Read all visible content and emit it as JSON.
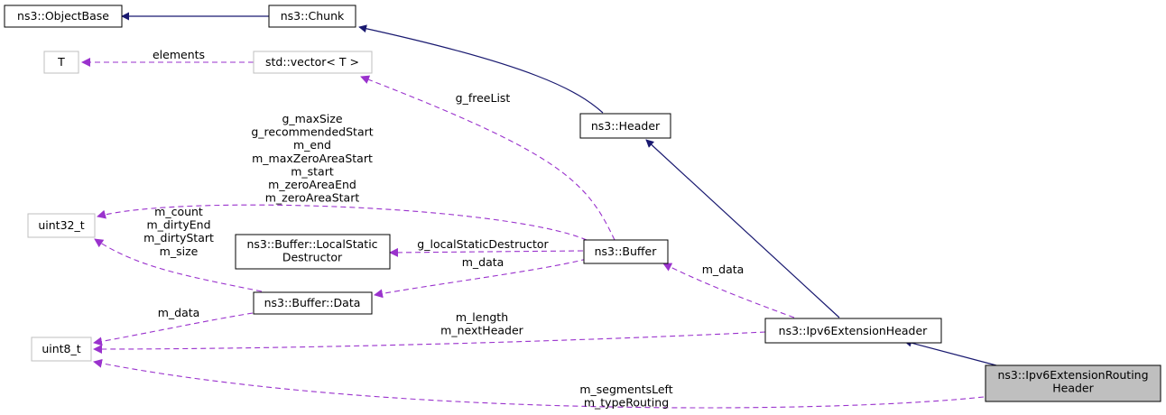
{
  "colors": {
    "inherit_edge": "#191970",
    "member_edge": "#9a32cd",
    "node_border": "#000000",
    "external_border": "#bfbfbf",
    "highlight_fill": "#bfbfbf",
    "node_fill": "#ffffff"
  },
  "nodes": {
    "objectbase": {
      "lines": [
        "ns3::ObjectBase"
      ]
    },
    "chunk": {
      "lines": [
        "ns3::Chunk"
      ]
    },
    "t": {
      "lines": [
        "T"
      ]
    },
    "vector": {
      "lines": [
        "std::vector< T >"
      ]
    },
    "header": {
      "lines": [
        "ns3::Header"
      ]
    },
    "uint32": {
      "lines": [
        "uint32_t"
      ]
    },
    "localstatic": {
      "lines": [
        "ns3::Buffer::LocalStatic",
        "Destructor"
      ]
    },
    "buffer": {
      "lines": [
        "ns3::Buffer"
      ]
    },
    "bufferdata": {
      "lines": [
        "ns3::Buffer::Data"
      ]
    },
    "uint8": {
      "lines": [
        "uint8_t"
      ]
    },
    "ipv6ext": {
      "lines": [
        "ns3::Ipv6ExtensionHeader"
      ]
    },
    "ipv6routing": {
      "lines": [
        "ns3::Ipv6ExtensionRouting",
        "Header"
      ]
    }
  },
  "edge_labels": {
    "elements": [
      "elements"
    ],
    "g_freelist": [
      "g_freeList"
    ],
    "buffer_uint32": [
      "g_maxSize",
      "g_recommendedStart",
      "m_end",
      "m_maxZeroAreaStart",
      "m_start",
      "m_zeroAreaEnd",
      "m_zeroAreaStart"
    ],
    "data_uint32": [
      "m_count",
      "m_dirtyEnd",
      "m_dirtyStart",
      "m_size"
    ],
    "g_localstatic": [
      "g_localStaticDestructor"
    ],
    "buffer_data": [
      "m_data"
    ],
    "ipv6_buffer_data": [
      "m_data"
    ],
    "data_uint8": [
      "m_data"
    ],
    "ipv6_uint8": [
      "m_length",
      "m_nextHeader"
    ],
    "routing_uint8": [
      "m_segmentsLeft",
      "m_typeRouting"
    ]
  }
}
